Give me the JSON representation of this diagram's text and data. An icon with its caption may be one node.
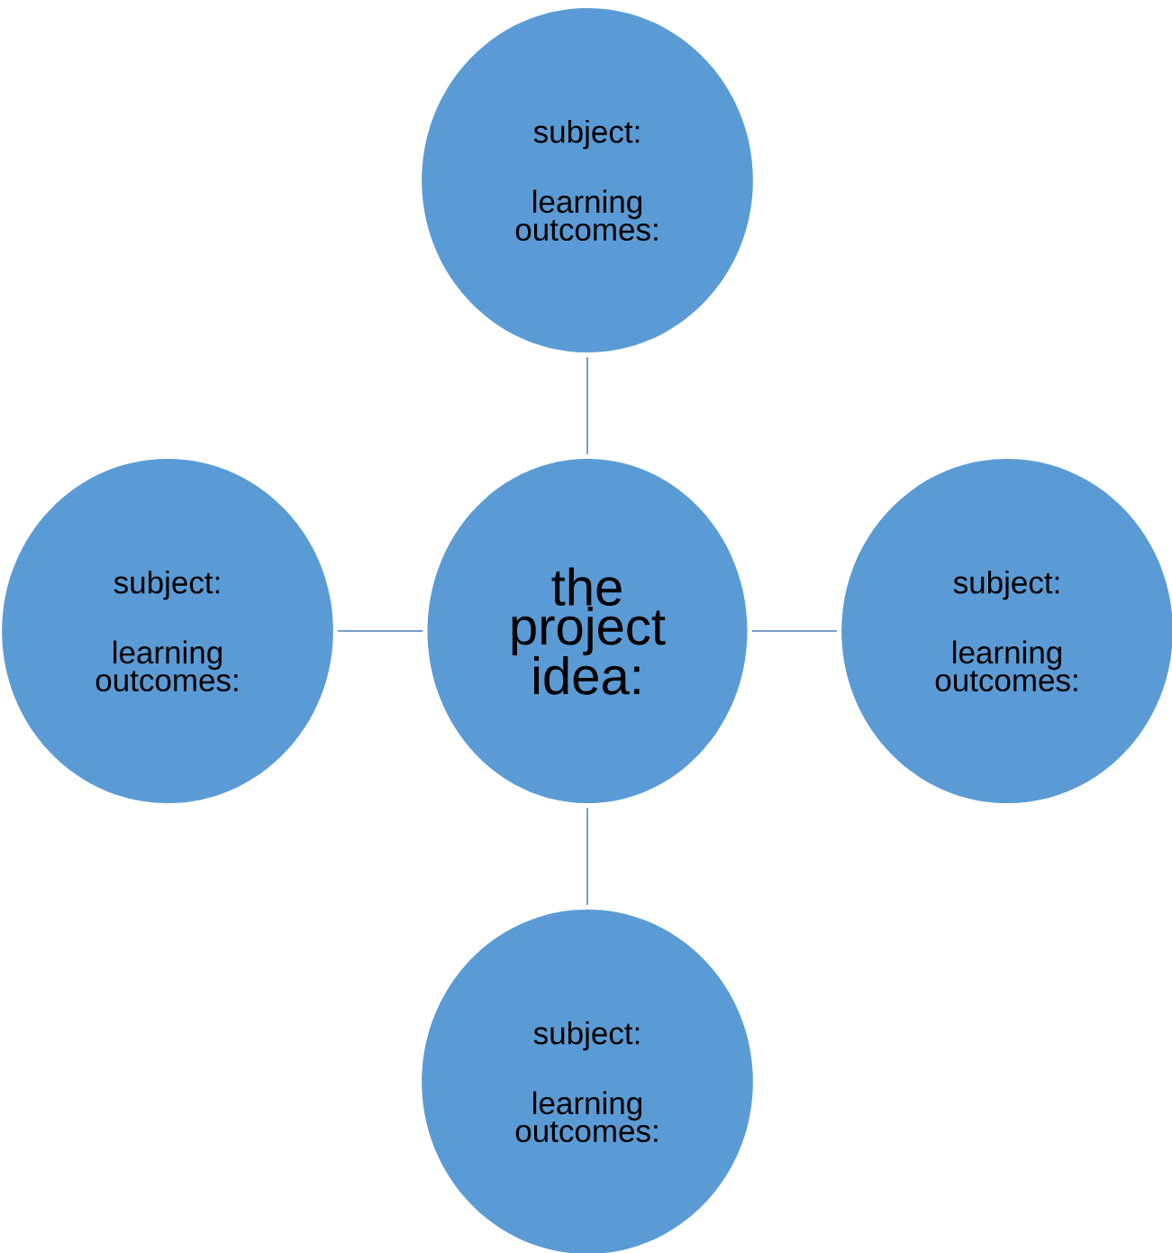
{
  "diagram": {
    "nodes": [
      {
        "text": [
          "subject:",
          "learning outcomes:"
        ]
      },
      {
        "text": [
          "subject:",
          "learning outcomes:"
        ]
      },
      {
        "text": [
          "the project idea:"
        ]
      },
      {
        "text": [
          "subject:",
          "learning outcomes:"
        ]
      },
      {
        "text": [
          "subject:",
          "learning outcomes:"
        ]
      }
    ],
    "edges": [
      {
        "from": 2,
        "to": 0,
        "arrow": "none"
      },
      {
        "from": 2,
        "to": 1,
        "arrow": "none"
      },
      {
        "from": 2,
        "to": 3,
        "arrow": "none"
      },
      {
        "from": 2,
        "to": 4,
        "arrow": "none"
      }
    ]
  }
}
